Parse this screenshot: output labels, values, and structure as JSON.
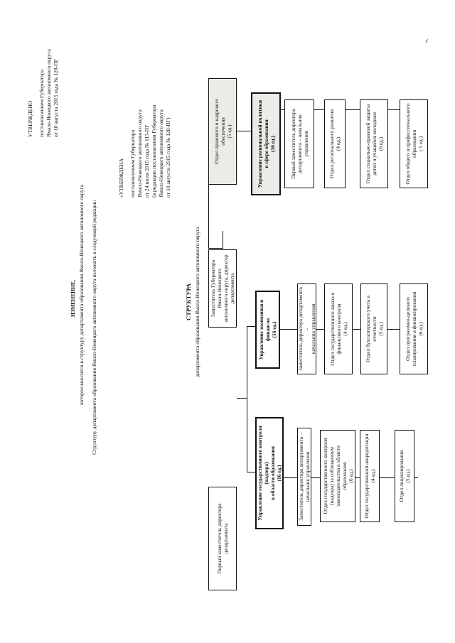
{
  "approval_top": {
    "heading": "УТВЕРЖДЕНО",
    "line1": "постановлением Губернатора",
    "line2": "Ямало-Ненецкого автономного округа",
    "line3": "от 10 августа 2015 года № 128-ПГ"
  },
  "amendment": {
    "title": "ИЗМЕНЕНИЕ,",
    "subtitle": "которое вносится в структуру департамента образования Ямало-Ненецкого автономного округа",
    "body": "Структуру департамента образования Ямало-Ненецкого автономного округа изложить в следующей редакции:"
  },
  "approval_quoted": {
    "heading": "«УТВЕРЖДЕНА",
    "line1": "постановлением Губернатора",
    "line2": "Ямало-Ненецкого автономного округа",
    "line3": "от 24 июля 2015 года № 113-ПГ",
    "line4": "(в редакции постановления Губернатора",
    "line5": "Ямало-Ненецкого автономного округа",
    "line6": "от 10 августа 2015 года № 128-ПГ)"
  },
  "structure": {
    "title": "СТРУКТУРА",
    "subtitle": "департамента образования Ямало-Ненецкого автономного округа"
  },
  "closing_quote": "».",
  "org": {
    "first_deputy": "Первый заместитель директора департамента",
    "deputy_governor": "Заместитель Губернатора Ямало-Ненецкого\nавтономного округа, директор департамента",
    "legal": "Отдел правового и кадрового\nобеспечения\n(5 ед.)",
    "control_dept": "Управление государственного контроля (надзора)\nв области образования\n(16 ед.)",
    "control_deputy": "Заместитель директора департамента –\nначальник управления",
    "control_1": "Отдел государственного контроля\n(надзора) за соблюдением\nзаконодательства в области образования\n(6 ед.)",
    "control_2": "Отдел государственной аккредитации\n(4 ед.)",
    "control_3": "Отдел лицензирования\n(5 ед.)",
    "econ_dept": "Управление экономики и финансов\n(16 ед.)",
    "econ_deputy": "Заместитель директора департамента –\nначальник управления",
    "econ_1": "Отдел государственного заказа и\nфинансового контроля\n(4 ед.)",
    "econ_2": "Отдел бухгалтерского учета и\nотчетности\n(5 ед.)",
    "econ_3": "Отдел программно-целевого\nпланирования и финансирования\n(6 ед.)",
    "policy_dept": "Управление региональной политики\nв сфере образования\n(16 ед.)",
    "policy_1": "Первый заместитель директора\nдепартамента – начальник\nуправления",
    "policy_2": "Отдел регионального развития\n(4 ед.)",
    "policy_3": "Отдел социально-правовой защиты\nдетей и учащейся молодежи\n(6 ед.)",
    "policy_4": "Отдел общего и профессионального\nобразования\n( 5 ед.)"
  }
}
